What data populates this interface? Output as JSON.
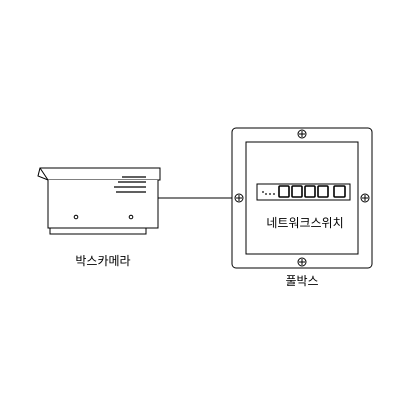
{
  "diagram": {
    "camera": {
      "label": "박스카메라"
    },
    "pull_box": {
      "label": "풀박스"
    },
    "network_switch": {
      "label": "네트워크스위치"
    }
  }
}
